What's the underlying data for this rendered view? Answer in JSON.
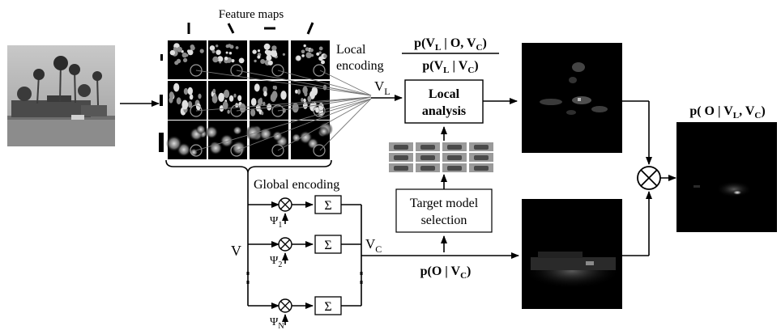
{
  "labels": {
    "feature_maps": "Feature maps",
    "local_encoding_1": "Local",
    "local_encoding_2": "encoding",
    "global_encoding": "Global encoding",
    "v": "V",
    "v_l_main": "V",
    "v_l_sub": "L",
    "v_c_main": "V",
    "v_c_sub": "C",
    "psi": "Ψ",
    "psi_subs": [
      "1",
      "2",
      "N"
    ],
    "sum_symbol": "Σ",
    "otimes_symbol": "⊗",
    "dots": ":"
  },
  "boxes": {
    "local_analysis_1": "Local",
    "local_analysis_2": "analysis",
    "target_model_1": "Target model",
    "target_model_2": "selection"
  },
  "formulas": {
    "numerator": {
      "prefix": "p(V",
      "sub1": "L",
      "mid": " | O, V",
      "sub2": "C",
      "suffix": ")"
    },
    "denominator": {
      "prefix": "p(V",
      "sub1": "L",
      "mid": " | V",
      "sub2": "C",
      "suffix": ")"
    },
    "context_prior": {
      "prefix": "p(O | V",
      "sub1": "C",
      "suffix": ")"
    },
    "posterior": {
      "prefix": "p( O | V",
      "sub1": "L",
      "mid": ", V",
      "sub2": "C",
      "suffix": ")"
    }
  },
  "colors": {
    "sky": "#b0b0b0",
    "ground": "#8a8a8a",
    "trees": "#3a3a3a",
    "map_bg": "#000000",
    "highlight": "#d0d0d0"
  }
}
